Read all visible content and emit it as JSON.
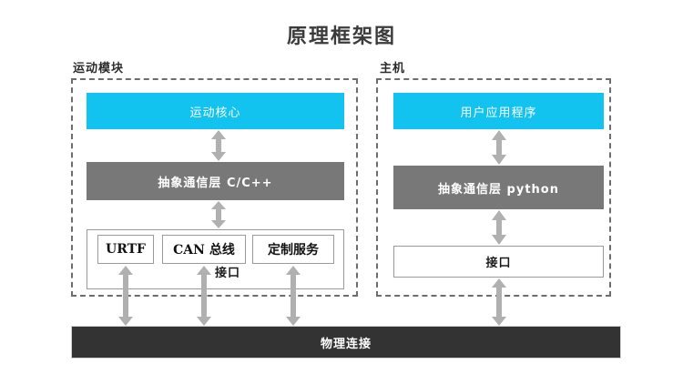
{
  "title": "原理框架图",
  "groups": {
    "motion": {
      "label": "运动模块",
      "core": "运动核心",
      "abstraction": "抽象通信层  C/C++",
      "interface_label": "接口",
      "sub_boxes": [
        {
          "name": "urtf",
          "label": "URTF"
        },
        {
          "name": "can",
          "label": "CAN 总线"
        },
        {
          "name": "custom",
          "label": "定制服务"
        }
      ]
    },
    "host": {
      "label": "主机",
      "app": "用户应用程序",
      "abstraction": "抽象通信层  python",
      "interface_label": "接口"
    }
  },
  "physical_link": {
    "label": "物理连接"
  },
  "colors": {
    "cyan": "#12c2ef",
    "gray": "#787878",
    "dark": "#333333",
    "arrow": "#b0b0b0",
    "frame_dash": "#6d6d6d",
    "title_text": "#3b3b3b"
  },
  "icons": {
    "arrow_double_vertical": "double-headed-vertical-arrow"
  }
}
